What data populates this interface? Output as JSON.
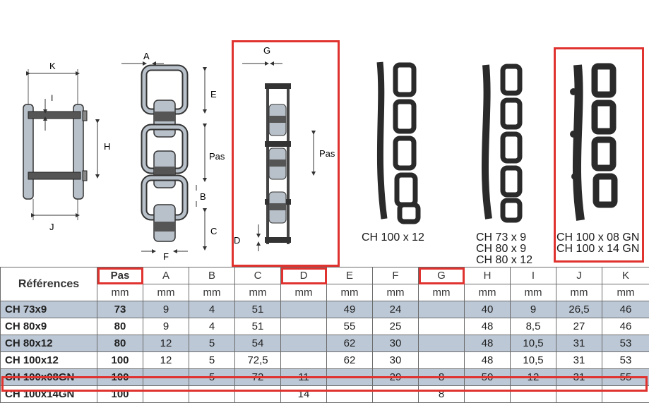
{
  "diagrams": {
    "side_view": {
      "labels": {
        "K": "K",
        "I": "I",
        "H": "H",
        "J": "J"
      }
    },
    "front_view": {
      "labels": {
        "A": "A",
        "E": "E",
        "Pas": "Pas",
        "B": "B",
        "C": "C",
        "F": "F"
      }
    },
    "profile_view": {
      "labels": {
        "G": "G",
        "Pas": "Pas",
        "D": "D"
      }
    }
  },
  "photos": [
    {
      "caption_lines": [
        "CH 100 x 12"
      ]
    },
    {
      "caption_lines": [
        "CH 73 x 9",
        "CH 80 x 9",
        "CH 80 x 12"
      ]
    },
    {
      "caption_lines": [
        "CH 100 x 08 GN",
        "CH 100 x 14 GN"
      ]
    }
  ],
  "table": {
    "ref_header": "Références",
    "columns": [
      "Pas",
      "A",
      "B",
      "C",
      "D",
      "E",
      "F",
      "G",
      "H",
      "I",
      "J",
      "K"
    ],
    "units": [
      "mm",
      "mm",
      "mm",
      "mm",
      "mm",
      "mm",
      "mm",
      "mm",
      "mm",
      "mm",
      "mm",
      "mm"
    ],
    "rows": [
      {
        "ref": "CH 73x9",
        "cells": [
          "73",
          "9",
          "4",
          "51",
          "",
          "49",
          "24",
          "",
          "40",
          "9",
          "26,5",
          "46"
        ]
      },
      {
        "ref": "CH 80x9",
        "cells": [
          "80",
          "9",
          "4",
          "51",
          "",
          "55",
          "25",
          "",
          "48",
          "8,5",
          "27",
          "46"
        ]
      },
      {
        "ref": "CH 80x12",
        "cells": [
          "80",
          "12",
          "5",
          "54",
          "",
          "62",
          "30",
          "",
          "48",
          "10,5",
          "31",
          "53"
        ]
      },
      {
        "ref": "CH 100x12",
        "cells": [
          "100",
          "12",
          "5",
          "72,5",
          "",
          "62",
          "30",
          "",
          "48",
          "10,5",
          "31",
          "53"
        ]
      },
      {
        "ref": "CH 100x08GN",
        "cells": [
          "100",
          "",
          "5",
          "72",
          "11",
          "",
          "29",
          "8",
          "50",
          "12",
          "31",
          "55"
        ]
      },
      {
        "ref": "CH 100x14GN",
        "cells": [
          "100",
          "",
          "",
          "",
          "14",
          "",
          "",
          "8",
          "",
          "",
          "",
          ""
        ]
      }
    ]
  },
  "colors": {
    "highlight": "#e0322e",
    "row_shade": "#bcc8d6",
    "chain_dark": "#2a2a2a",
    "link_grey": "#9aa3ad"
  }
}
